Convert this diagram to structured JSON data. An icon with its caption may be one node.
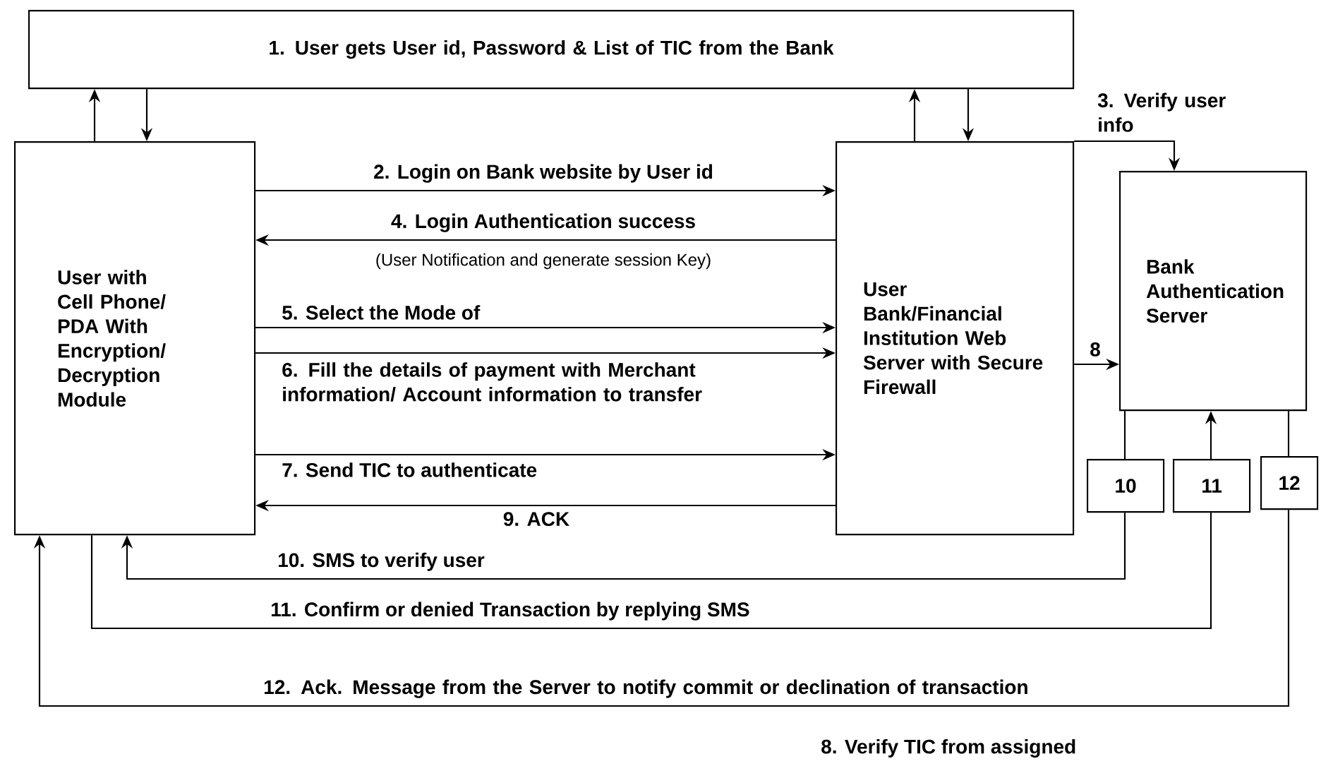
{
  "diagram": {
    "nodes": [
      {
        "text": [
          "1. User gets User id, Password & List of TIC from the Bank"
        ]
      },
      {
        "text": [
          "User with Cell Phone/ PDA With Encryption/ Decryption Module"
        ]
      },
      {
        "text": [
          "User Bank/Financial Institution Web Server with Secure Firewall"
        ]
      },
      {
        "text": [
          "Bank Authentication Server"
        ]
      },
      {
        "text": [
          "10"
        ]
      },
      {
        "text": [
          "11"
        ]
      },
      {
        "text": [
          "12"
        ]
      }
    ],
    "edges": [
      {
        "from": 1,
        "to": 0,
        "arrow": "to"
      },
      {
        "from": 0,
        "to": 1,
        "arrow": "to"
      },
      {
        "from": 2,
        "to": 0,
        "arrow": "to"
      },
      {
        "from": 0,
        "to": 2,
        "arrow": "to"
      },
      {
        "from": 2,
        "to": 3,
        "arrow": "to",
        "label": "3. Verify user info"
      },
      {
        "from": 1,
        "to": 2,
        "arrow": "to",
        "label": "2. Login on Bank website by User id"
      },
      {
        "from": 2,
        "to": 1,
        "arrow": "to",
        "label": "4. Login Authentication success"
      },
      {
        "from": 1,
        "to": 2,
        "arrow": "to",
        "label": "5. Select the Mode of"
      },
      {
        "from": 1,
        "to": 2,
        "arrow": "to",
        "label": "6. Fill the details of payment with Merchant information/ Account information to transfer"
      },
      {
        "from": 1,
        "to": 2,
        "arrow": "to",
        "label": "7. Send TIC to authenticate"
      },
      {
        "from": 2,
        "to": 1,
        "arrow": "to",
        "label": "9. ACK"
      },
      {
        "from": 2,
        "to": 3,
        "arrow": "to",
        "label": "8"
      },
      {
        "from": 3,
        "to": 4,
        "arrow": "none"
      },
      {
        "from": 4,
        "to": 1,
        "arrow": "to",
        "label": "10. SMS to verify user"
      },
      {
        "from": 1,
        "to": 5,
        "arrow": "none",
        "label": "11. Confirm or denied Transaction by replying SMS"
      },
      {
        "from": 5,
        "to": 3,
        "arrow": "to"
      },
      {
        "from": 3,
        "to": 6,
        "arrow": "none"
      },
      {
        "from": 6,
        "to": 1,
        "arrow": "to",
        "label": "12. Ack. Message from the Server to notify commit or declination of transaction"
      }
    ],
    "labels": [
      "(User Notification and generate session Key)",
      "8. Verify TIC from assigned"
    ]
  }
}
